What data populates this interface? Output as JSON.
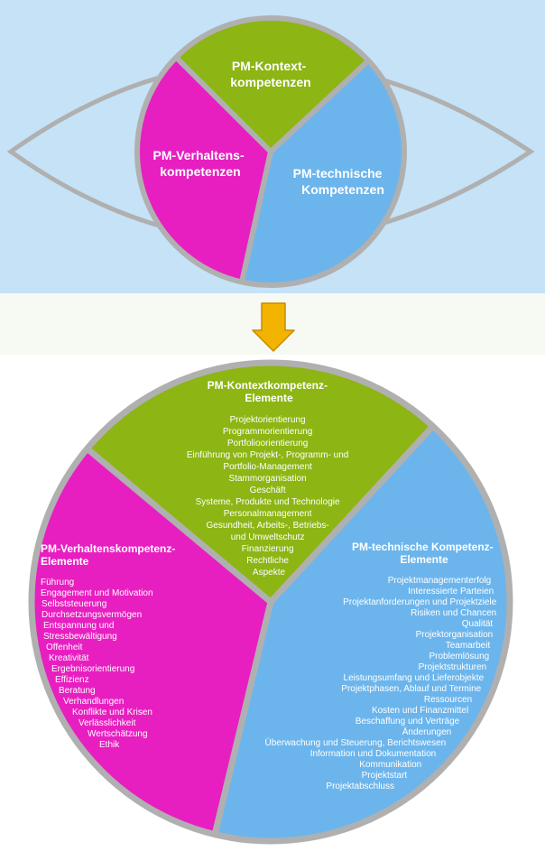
{
  "top": {
    "context": [
      "PM-Kontext-",
      "kompetenzen"
    ],
    "behavior": [
      "PM-Verhaltens-",
      "kompetenzen"
    ],
    "technical": [
      "PM-technische",
      "Kompetenzen"
    ]
  },
  "bottom": {
    "context": {
      "title": [
        "PM-Kontextkompetenz-",
        "Elemente"
      ],
      "items": [
        "Projektorientierung",
        "Programmorientierung",
        "Portfolioorientierung",
        "Einführung von Projekt-, Programm- und",
        "Portfolio-Management",
        "Stammorganisation",
        "Geschäft",
        "Systeme, Produkte und Technologie",
        "Personalmanagement",
        "Gesundheit, Arbeits-, Betriebs-",
        "und Umweltschutz",
        "Finanzierung",
        "Rechtliche",
        "Aspekte"
      ]
    },
    "behavior": {
      "title": [
        "PM-Verhaltenskompetenz-",
        "Elemente"
      ],
      "items": [
        "Führung",
        "Engagement und Motivation",
        "Selbststeuerung",
        "Durchsetzungsvermögen",
        "Entspannung und",
        "Stressbewältigung",
        "Offenheit",
        "Kreativität",
        "Ergebnisorientierung",
        "Effizienz",
        "Beratung",
        "Verhandlungen",
        "Konflikte und Krisen",
        "Verlässlichkeit",
        "Wertschätzung",
        "Ethik"
      ]
    },
    "technical": {
      "title": [
        "PM-technische Kompetenz-",
        "Elemente"
      ],
      "items": [
        "Projektmanagementerfolg",
        "Interessierte Parteien",
        "Projektanforderungen und Projektziele",
        "Risiken und Chancen",
        "Qualität",
        "Projektorganisation",
        "Teamarbeit",
        "Problemlösung",
        "Projektstrukturen",
        "Leistungsumfang und Lieferobjekte",
        "Projektphasen, Ablauf und Termine",
        "Ressourcen",
        "Kosten und Finanzmittel",
        "Beschaffung und Verträge",
        "Änderungen",
        "Überwachung und Steuerung, Berichtswesen",
        "Information und Dokumentation",
        "Kommunikation",
        "Projektstart",
        "Projektabschluss"
      ]
    }
  },
  "colors": {
    "top_background": "#c5e2f7",
    "mid_background": "#f6faf2",
    "outline": "#b0b0b0",
    "context": "#8db514",
    "behavior": "#e71fc0",
    "technical": "#6cb5ec",
    "arrow": "#f2b400",
    "arrow_stroke": "#c98a00"
  }
}
